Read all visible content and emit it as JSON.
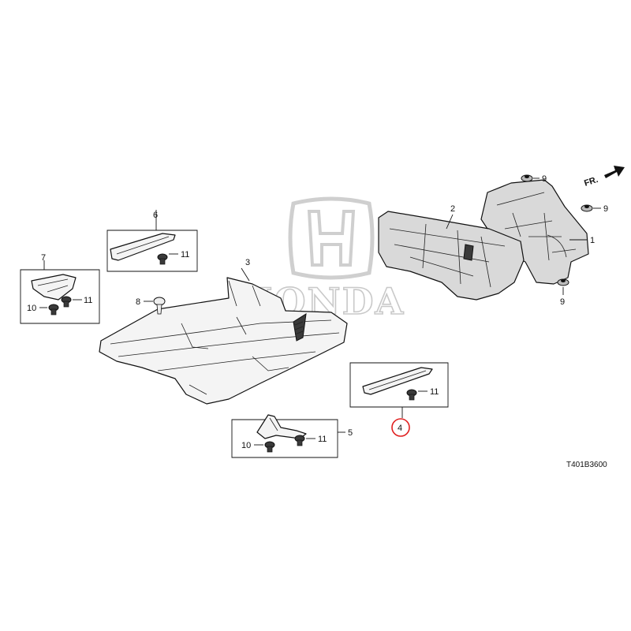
{
  "watermark": {
    "text": "HONDA"
  },
  "diagram_code": "T401B3600",
  "direction_label": "FR.",
  "callouts": {
    "p1": "1",
    "p2": "2",
    "p3": "3",
    "p4": "4",
    "p5": "5",
    "p6": "6",
    "p7": "7",
    "p8": "8",
    "p9a": "9",
    "p9b": "9",
    "p9c": "9",
    "p10a": "10",
    "p10b": "10",
    "p11a": "11",
    "p11b": "11",
    "p11c": "11",
    "p11d": "11"
  },
  "highlight": {
    "part": "4",
    "color": "#e02020"
  }
}
